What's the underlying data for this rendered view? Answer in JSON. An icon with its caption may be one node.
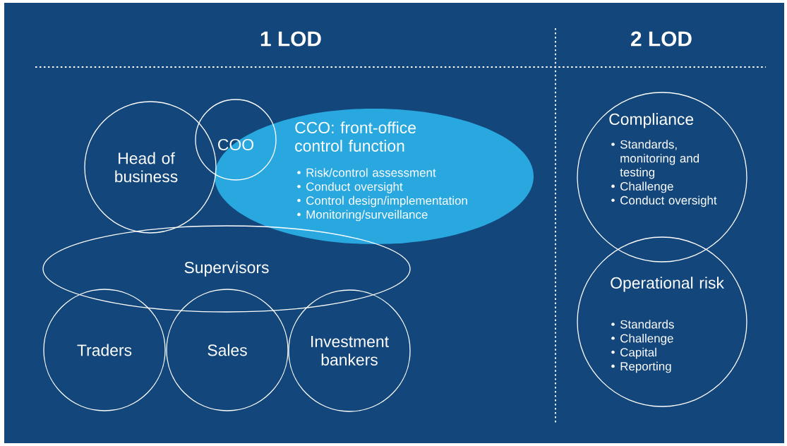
{
  "diagram": {
    "nodes": [
      {
        "text": [
          "Head of business"
        ]
      },
      {
        "text": [
          "COO"
        ]
      },
      {
        "text": [
          "CCO: front-office control function",
          "Risk/control assessment",
          "Conduct oversight",
          "Control design/implementation",
          "Monitoring/surveillance"
        ]
      },
      {
        "text": [
          "Supervisors"
        ]
      },
      {
        "text": [
          "Traders"
        ]
      },
      {
        "text": [
          "Sales"
        ]
      },
      {
        "text": [
          "Investment bankers"
        ]
      },
      {
        "text": [
          "Compliance",
          "Standards, monitoring and testing",
          "Challenge",
          "Conduct oversight"
        ]
      },
      {
        "text": [
          "Operational risk",
          "Standards",
          "Challenge",
          "Capital",
          "Reporting"
        ]
      }
    ],
    "labels": [
      "1 LOD",
      "2 LOD"
    ]
  }
}
